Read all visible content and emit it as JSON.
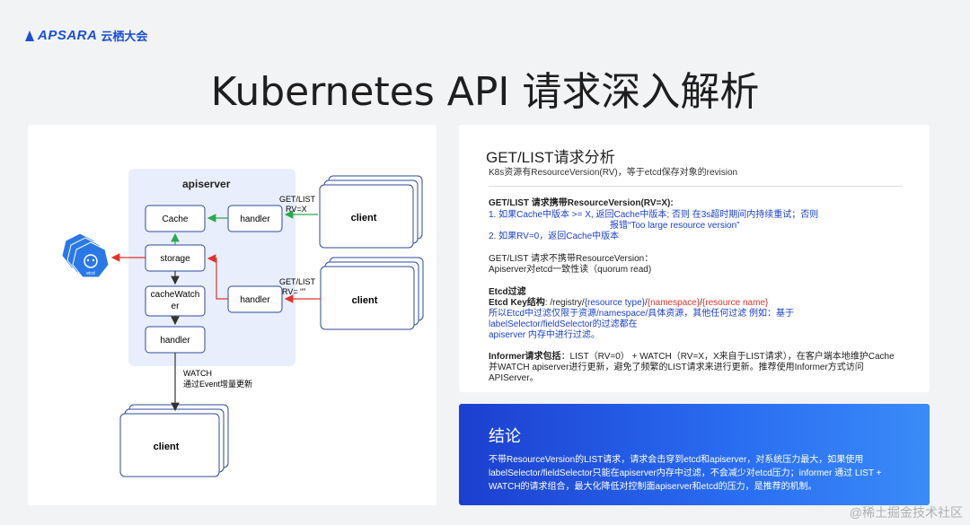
{
  "logo": {
    "brand": "APSARA",
    "brand_cn": "云栖大会"
  },
  "title": "Kubernetes API 请求深入解析",
  "diagram": {
    "apiserver_label": "apiserver",
    "cache": "Cache",
    "handler_top": "handler",
    "storage": "storage",
    "cachewatcher_line1": "cacheWatch",
    "cachewatcher_line2": "er",
    "handler_mid": "handler",
    "handler_bottom": "handler",
    "client": "client",
    "req1_line1": "GET/LIST",
    "req1_line2": "RV=X",
    "req2_line1": "GET/LIST",
    "req2_line2": "RV= “”",
    "watch_line1": "WATCH",
    "watch_line2": "通过Event增量更新",
    "etcd": "etcd"
  },
  "analysis": {
    "title": "GET/LIST请求分析",
    "subtitle": "K8s资源有ResourceVersion(RV)，等于etcd保存对象的revision",
    "rv_heading": "GET/LIST 请求携带ResourceVersion(RV=X):",
    "rv_item1": "1. 如果Cache中版本 >= X, 返回Cache中版本; 否则 在3s超时期间内持续重试；否则",
    "rv_item1b": "报错“Too large resource version”",
    "rv_item2": "2. 如果RV=0，返回Cache中版本",
    "norv_line1": "GET/LIST 请求不携带ResourceVersion：",
    "norv_line2": "Apiserver对etcd一致性读（quorum read)",
    "etcd_filter_heading": "Etcd过滤",
    "etcd_key_label": "Etcd Key结构",
    "etcd_key_prefix": ":  /registry/",
    "etcd_key_type": "{resource type}",
    "etcd_key_ns": "{namespace}",
    "etcd_key_name": "{resource name}",
    "etcd_filter_l1": "所以Etcd中过滤仅限于资源/namespace/具体资源，其他任何过滤 例如：基于",
    "etcd_filter_l2": "labelSelector/fieldSelector的过滤都在",
    "etcd_filter_l3": "apiserver 内存中进行过滤。",
    "informer_label": "Informer请求包括",
    "informer_l1": "：LIST（RV=0） + WATCH（RV=X，X来自于LIST请求），在客户端本地维护Cache",
    "informer_l2": "并WATCH apiserver进行更新，避免了频繁的LIST请求来进行更新。推荐使用Informer方式访问",
    "informer_l3": "APIServer。"
  },
  "conclusion": {
    "title": "结论",
    "text": "不带ResourceVersion的LIST请求，请求会击穿到etcd和apiserver，对系统压力最大，如果使用labelSelector/fieldSelector只能在apiserver内存中过滤，不会减少对etcd压力；informer 通过 LIST  + WATCH的请求组合，最大化降低对控制面apiserver和etcd的压力，是推荐的机制。"
  },
  "watermark": "@稀土掘金技术社区",
  "colors": {
    "accent_blue": "#1b3fd0",
    "red": "#e0332f",
    "green": "#2aa84a",
    "apiserver_bg": "#e8eefb"
  }
}
